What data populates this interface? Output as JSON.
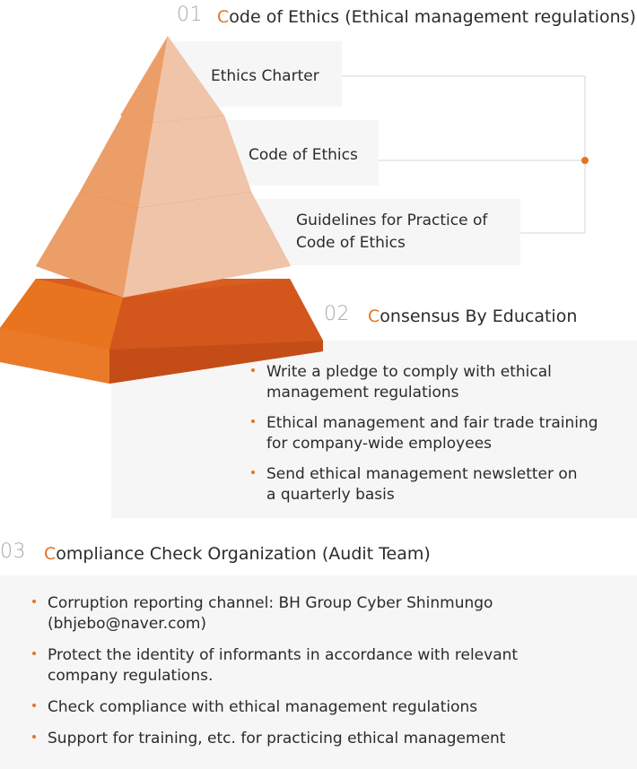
{
  "section1": {
    "number": "01",
    "title_first": "C",
    "title_rest": "ode of Ethics (Ethical management regulations)",
    "levels": [
      {
        "label": "Ethics Charter"
      },
      {
        "label": "Code of Ethics"
      },
      {
        "label_line1": "Guidelines for Practice of",
        "label_line2": "Code of Ethics"
      }
    ]
  },
  "section2": {
    "number": "02",
    "title_first": "C",
    "title_rest": "onsensus By Education",
    "items": [
      {
        "line1": "Write a pledge to comply with ethical",
        "line2": "management regulations"
      },
      {
        "line1": "Ethical management and fair trade training",
        "line2": "for company-wide employees"
      },
      {
        "line1": "Send ethical management newsletter on",
        "line2": "a quarterly basis"
      }
    ]
  },
  "section3": {
    "number": "03",
    "title_first": "C",
    "title_rest": "ompliance Check Organization (Audit Team)",
    "items": [
      {
        "line1": "Corruption reporting channel: BH Group Cyber Shinmungo",
        "line2": "(bhjebo@naver.com)"
      },
      {
        "line1": "Protect the identity of informants in accordance with relevant",
        "line2": "company regulations."
      },
      {
        "line1": "Check compliance with ethical management regulations",
        "line2": ""
      },
      {
        "line1": "Support for training, etc. for practicing ethical management",
        "line2": ""
      }
    ]
  },
  "colors": {
    "accent": "#e8731f",
    "pyramid_light": "#f0c4a8",
    "pyramid_mid": "#ec9e68",
    "pyramid_dark": "#e07a30",
    "base_dark": "#d3561c",
    "base_light": "#e8741f"
  }
}
